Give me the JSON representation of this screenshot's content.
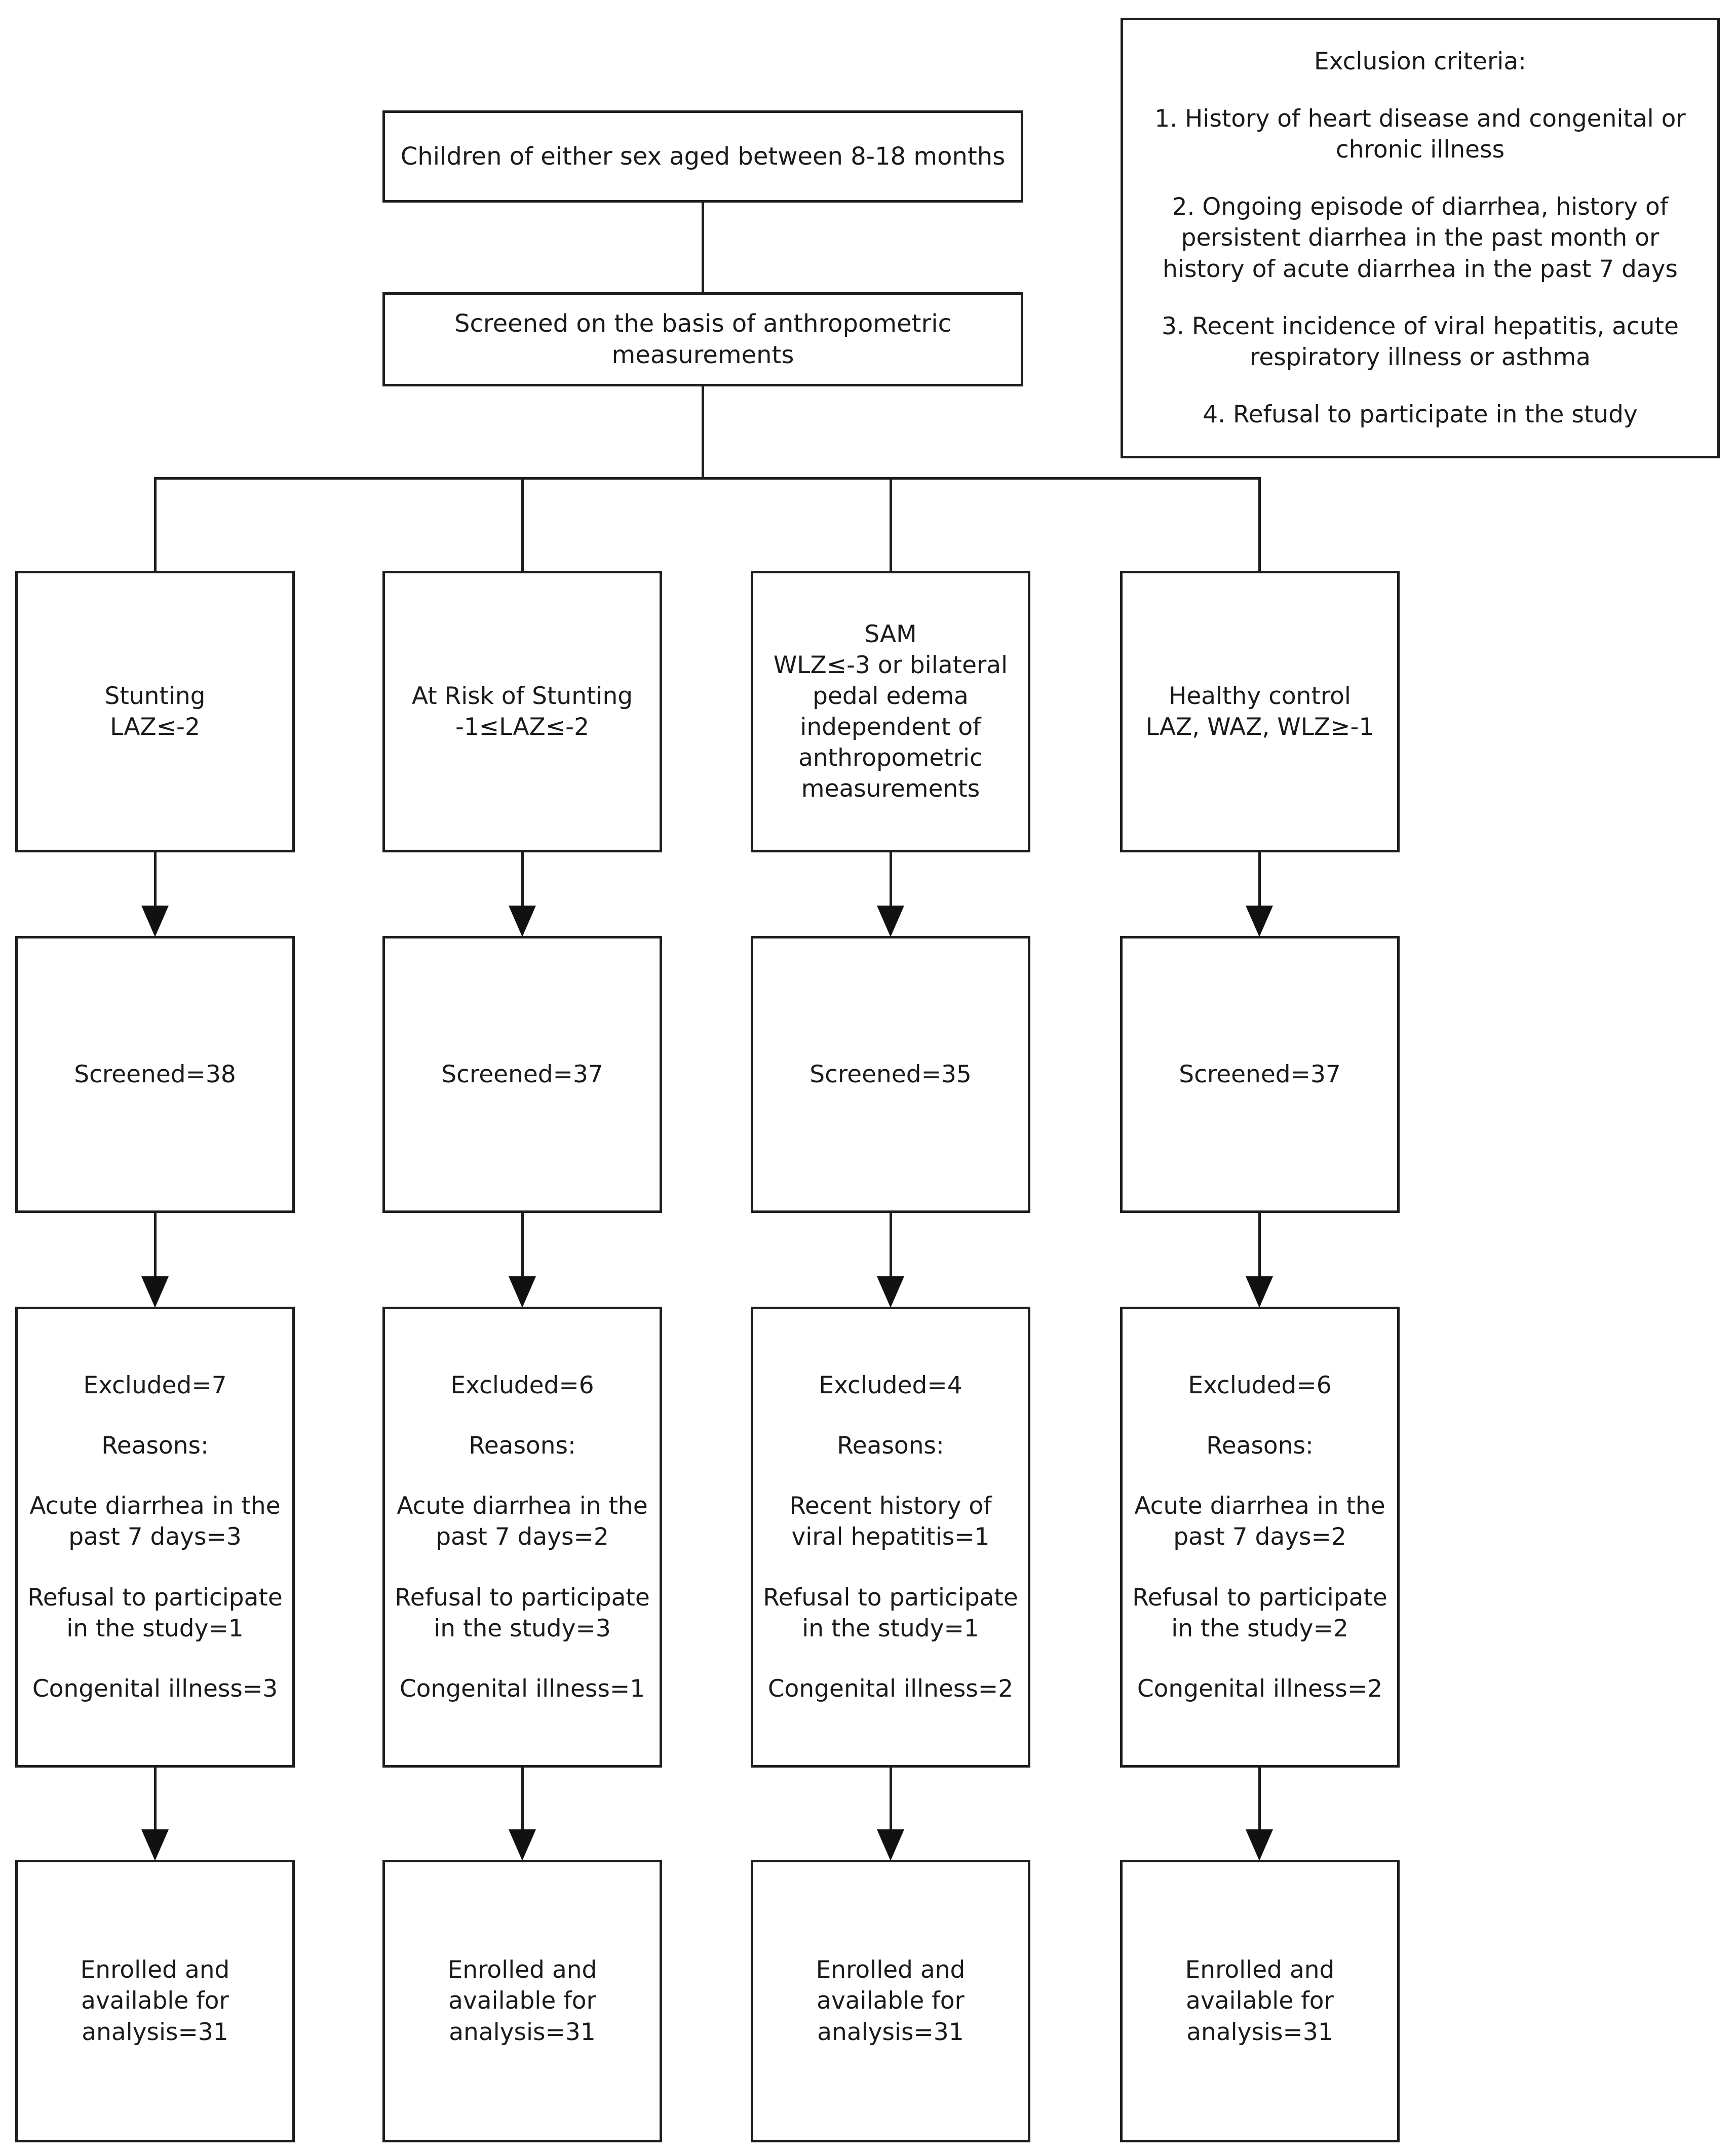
{
  "colors": {
    "line": "#1e1e1e",
    "background": "#ffffff",
    "text": "#1a1a1a"
  },
  "top_flow": {
    "population": "Children of either sex aged between 8-18 months",
    "screening": "Screened on the basis of anthropometric\nmeasurements"
  },
  "exclusion_criteria": {
    "title": "Exclusion criteria:",
    "items": [
      "1. History of heart disease and congenital or\nchronic illness",
      "2. Ongoing episode of diarrhea, history of\npersistent diarrhea in the past month or\nhistory of acute diarrhea in the past 7 days",
      "3. Recent incidence of viral hepatitis, acute\nrespiratory illness or asthma",
      "4. Refusal to participate in the study"
    ]
  },
  "groups": [
    {
      "definition": "Stunting\nLAZ≤-2",
      "screened": "Screened=38",
      "excluded": {
        "count": "Excluded=7",
        "reasons_label": "Reasons:",
        "reasons": [
          "Acute diarrhea in the\npast 7 days=3",
          "Refusal to participate\nin the study=1",
          "Congenital illness=3"
        ]
      },
      "enrolled": "Enrolled and\navailable for\nanalysis=31"
    },
    {
      "definition": "At Risk of Stunting\n-1≤LAZ≤-2",
      "screened": "Screened=37",
      "excluded": {
        "count": "Excluded=6",
        "reasons_label": "Reasons:",
        "reasons": [
          "Acute diarrhea in the\npast 7 days=2",
          "Refusal to participate\nin the study=3",
          "Congenital illness=1"
        ]
      },
      "enrolled": "Enrolled and\navailable for\nanalysis=31"
    },
    {
      "definition": "SAM\nWLZ≤-3 or bilateral\npedal edema\nindependent of\nanthropometric\nmeasurements",
      "screened": "Screened=35",
      "excluded": {
        "count": "Excluded=4",
        "reasons_label": "Reasons:",
        "reasons": [
          "Recent history of\nviral hepatitis=1",
          "Refusal to participate\nin the study=1",
          "Congenital illness=2"
        ]
      },
      "enrolled": "Enrolled and\navailable for\nanalysis=31"
    },
    {
      "definition": "Healthy control\nLAZ, WAZ, WLZ≥-1",
      "screened": "Screened=37",
      "excluded": {
        "count": "Excluded=6",
        "reasons_label": "Reasons:",
        "reasons": [
          "Acute diarrhea in the\npast 7 days=2",
          "Refusal to participate\nin the study=2",
          "Congenital illness=2"
        ]
      },
      "enrolled": "Enrolled and\navailable for\nanalysis=31"
    }
  ]
}
